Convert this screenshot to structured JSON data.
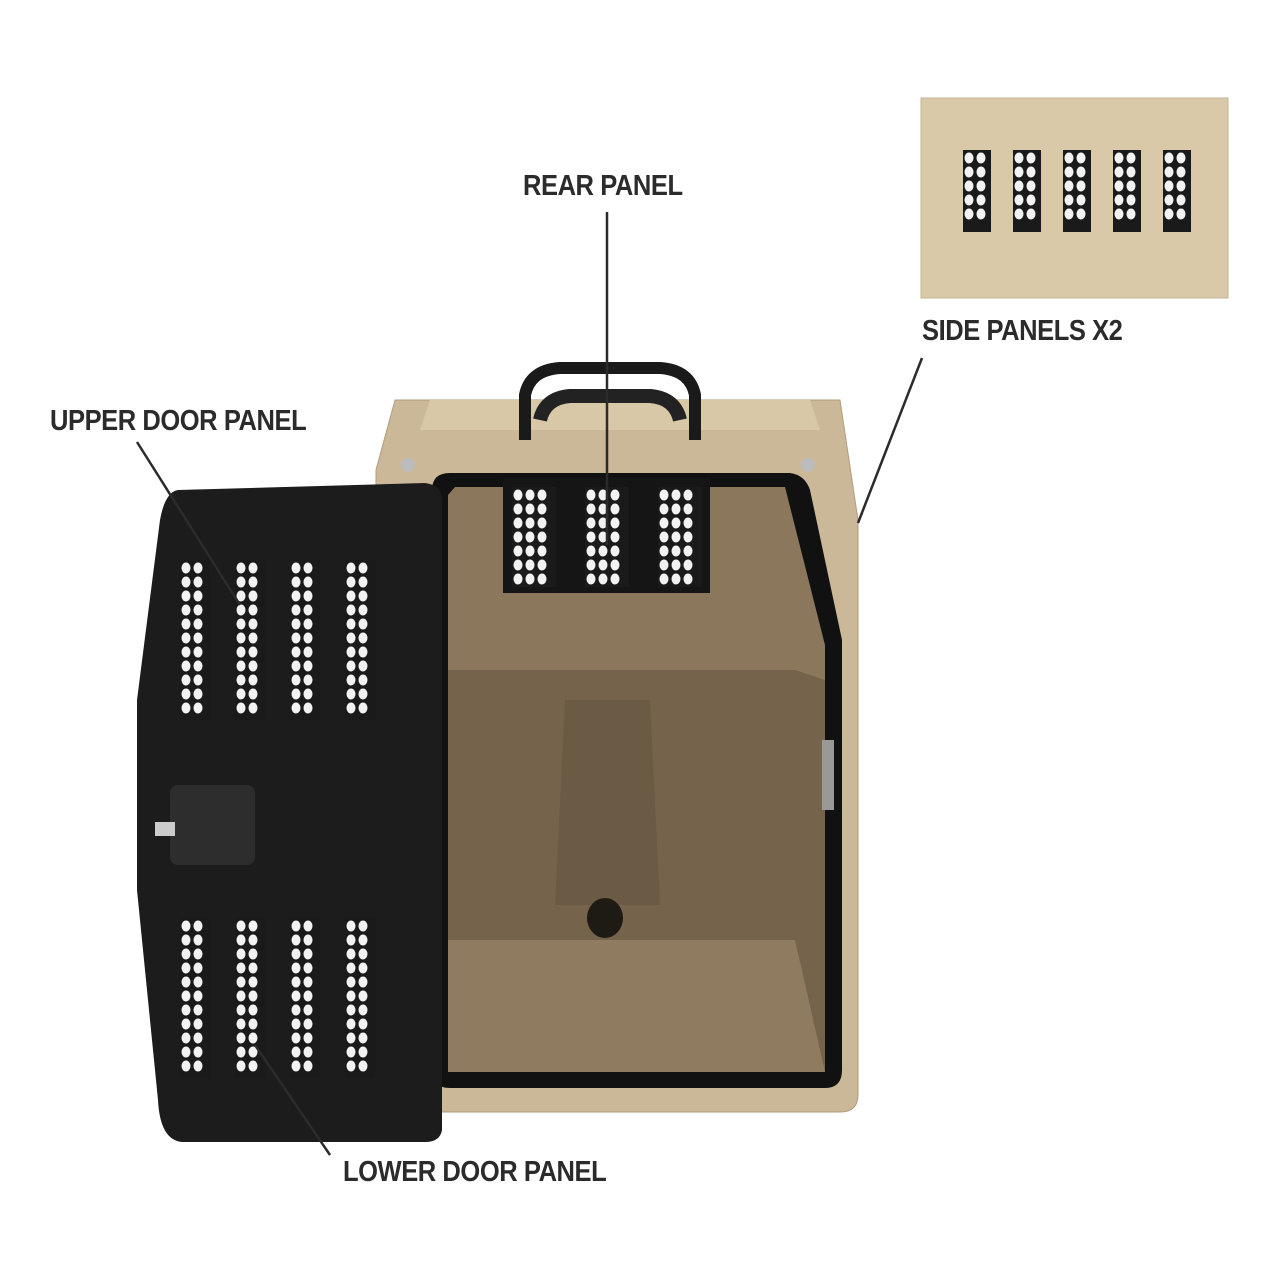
{
  "labels": {
    "rear_panel": "REAR PANEL",
    "side_panels": "SIDE PANELS X2",
    "upper_door_panel": "UPPER DOOR PANEL",
    "lower_door_panel": "LOWER DOOR PANEL"
  },
  "colors": {
    "crate_tan": "#cbb898",
    "interior": "#7d6b52",
    "door_black": "#1c1c1c",
    "label_text": "#2b2b2b"
  }
}
